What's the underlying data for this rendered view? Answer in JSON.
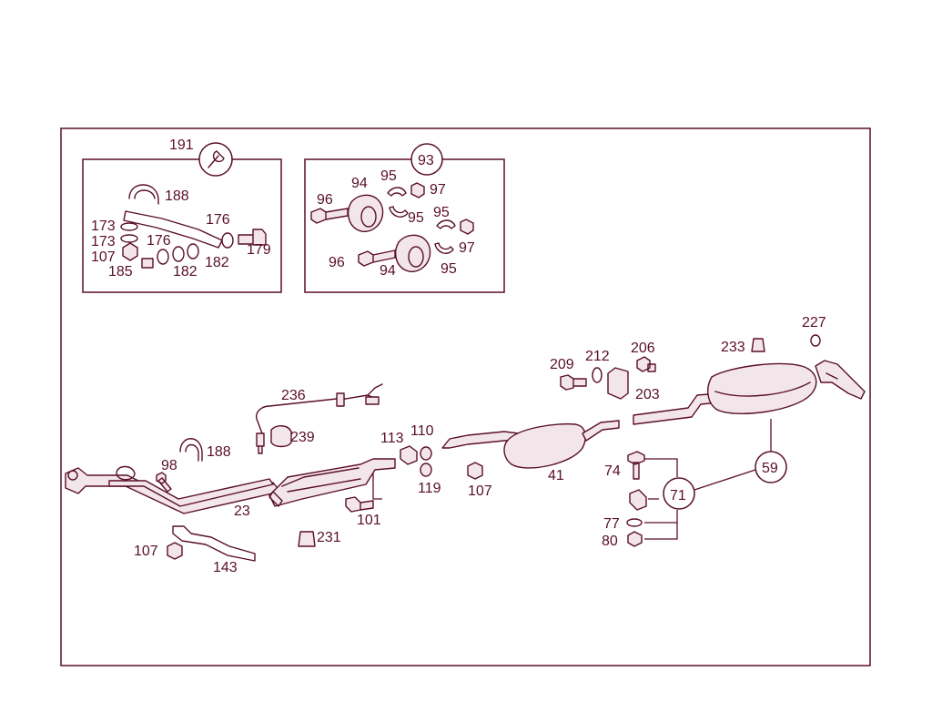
{
  "accent_color": "#5a0f24",
  "kit_symbols": {
    "wrench_kit": {
      "label": "191",
      "icon": "wrench-icon"
    },
    "ring_kit": {
      "label": "93"
    }
  },
  "callouts": {
    "p191_a": "188",
    "p191_b": "173",
    "p191_c": "173",
    "p191_d": "176",
    "p191_e": "176",
    "p191_f": "107",
    "p191_g": "179",
    "p191_h": "185",
    "p191_i": "182",
    "p191_j": "182",
    "p93_a": "96",
    "p93_b": "94",
    "p93_c": "95",
    "p93_d": "97",
    "p93_e": "95",
    "p93_f": "95",
    "p93_g": "97",
    "p93_h": "96",
    "p93_i": "94",
    "p93_j": "95",
    "c236": "236",
    "c239": "239",
    "c188": "188",
    "c98": "98",
    "c23": "23",
    "c107a": "107",
    "c143": "143",
    "c231": "231",
    "c101": "101",
    "c113": "113",
    "c110": "110",
    "c119": "119",
    "c107b": "107",
    "c41": "41",
    "c209": "209",
    "c212": "212",
    "c206": "206",
    "c203": "203",
    "c233": "233",
    "c227": "227",
    "c74": "74",
    "c71": "71",
    "c77": "77",
    "c80": "80",
    "c59": "59"
  }
}
